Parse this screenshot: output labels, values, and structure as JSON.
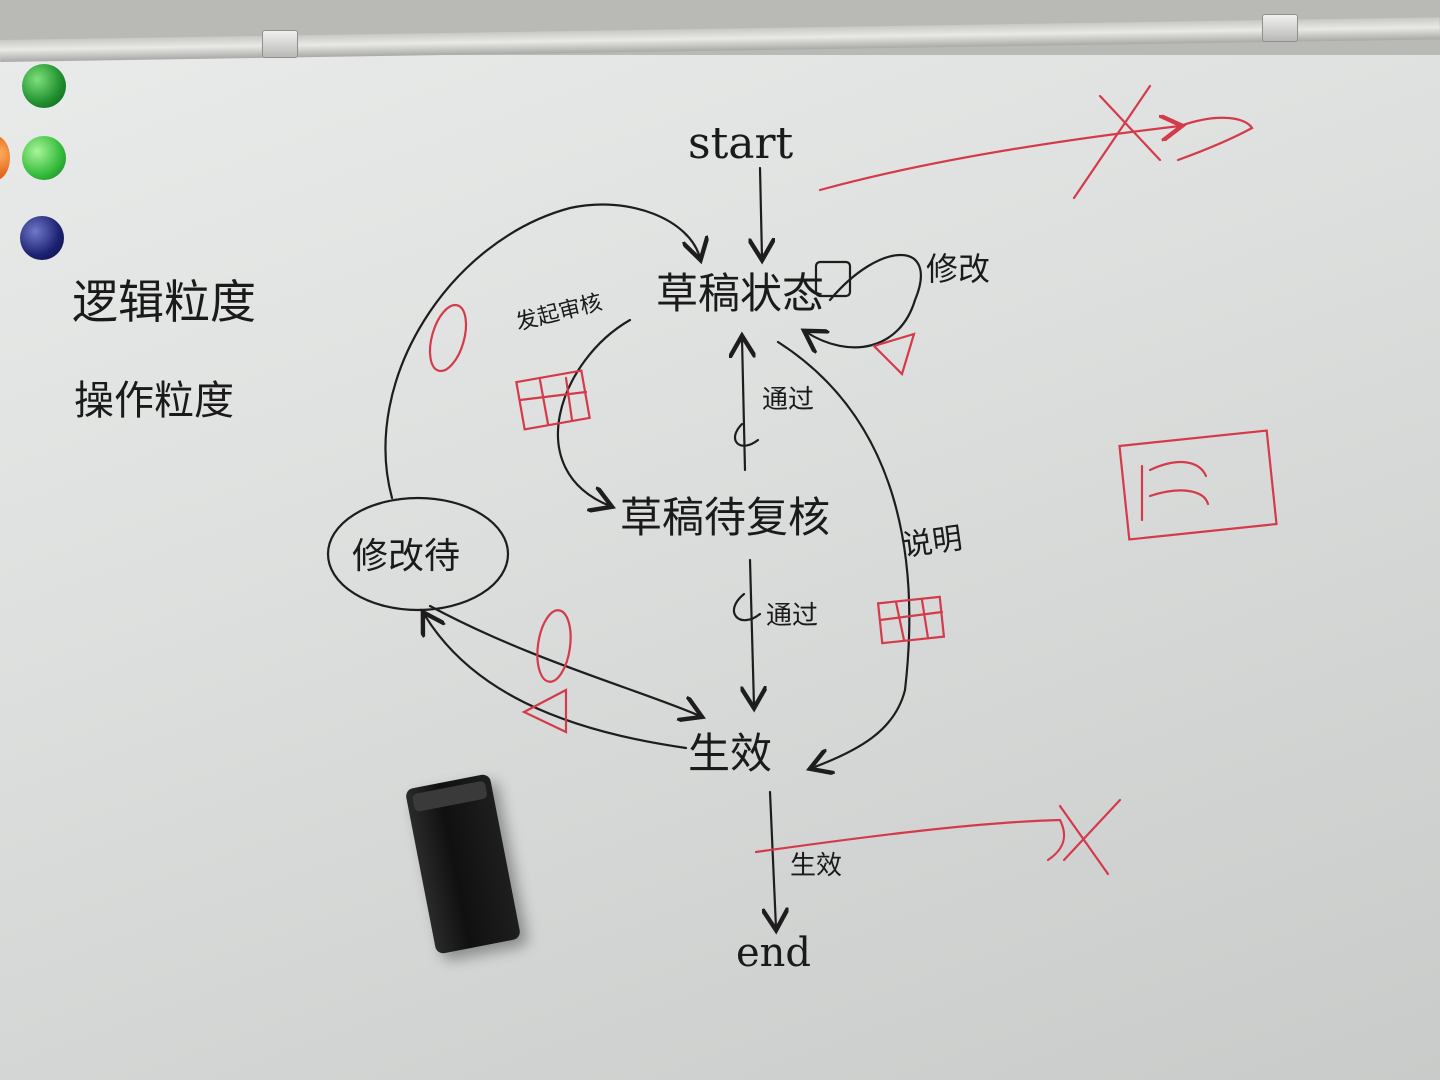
{
  "board": {
    "colors": {
      "ink": "#1d1d1d",
      "red_marker": "#d43a4a",
      "board": "#e2e4e3"
    }
  },
  "notes": {
    "logic_granularity": "逻辑粒度",
    "operation_granularity": "操作粒度"
  },
  "nodes": {
    "start": "start",
    "draft": "草稿状态",
    "pending_review": "草稿待复核",
    "modify_pending": "修改待",
    "effective": "生效",
    "end": "end"
  },
  "edges": {
    "submit_review": "发起审核",
    "modify": "修改",
    "pass_1": "通过",
    "pass_2": "通过",
    "invalid": "说明",
    "effective_label": "生效"
  },
  "icons": [
    "lock-icon",
    "operation-sign-icon",
    "crossed-out-arrow-icon"
  ]
}
